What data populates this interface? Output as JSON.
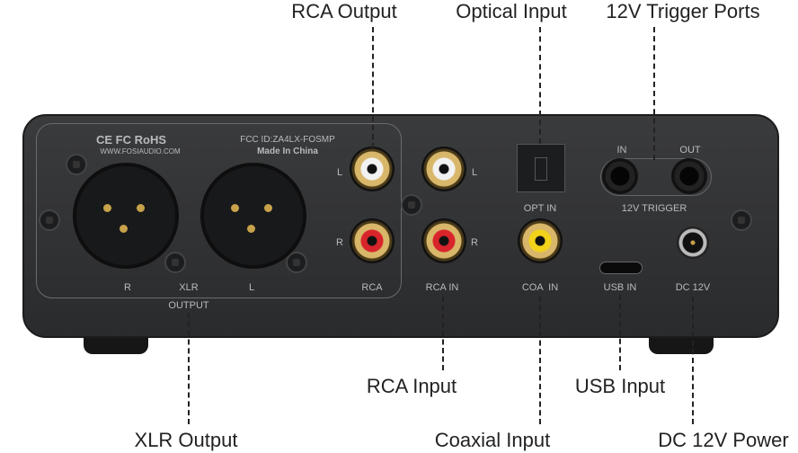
{
  "callouts": {
    "rca_output": "RCA Output",
    "optical_input": "Optical Input",
    "trigger_ports": "12V Trigger Ports",
    "rca_input": "RCA Input",
    "usb_input": "USB Input",
    "xlr_output": "XLR Output",
    "coaxial_input": "Coaxial Input",
    "dc_power": "DC 12V Power"
  },
  "panel": {
    "certs": "CE FC RoHS",
    "website": "WWW.FOSIAUDIO.COM",
    "fcc_id": "FCC ID:ZA4LX-FOSMP",
    "made_in": "Made In China",
    "xlr_r": "R",
    "xlr": "XLR",
    "xlr_l": "L",
    "output": "OUTPUT",
    "rca": "RCA",
    "rca_in": "RCA IN",
    "opt_in": "OPT IN",
    "coa_in": "COA  IN",
    "usb_in": "USB IN",
    "dc_12v": "DC 12V",
    "trigger": "12V TRIGGER",
    "trigger_in": "IN",
    "trigger_out": "OUT",
    "l": "L",
    "r": "R"
  },
  "colors": {
    "red": "#d8252b",
    "white": "#f2f2f2",
    "yellow": "#f2d21a"
  }
}
